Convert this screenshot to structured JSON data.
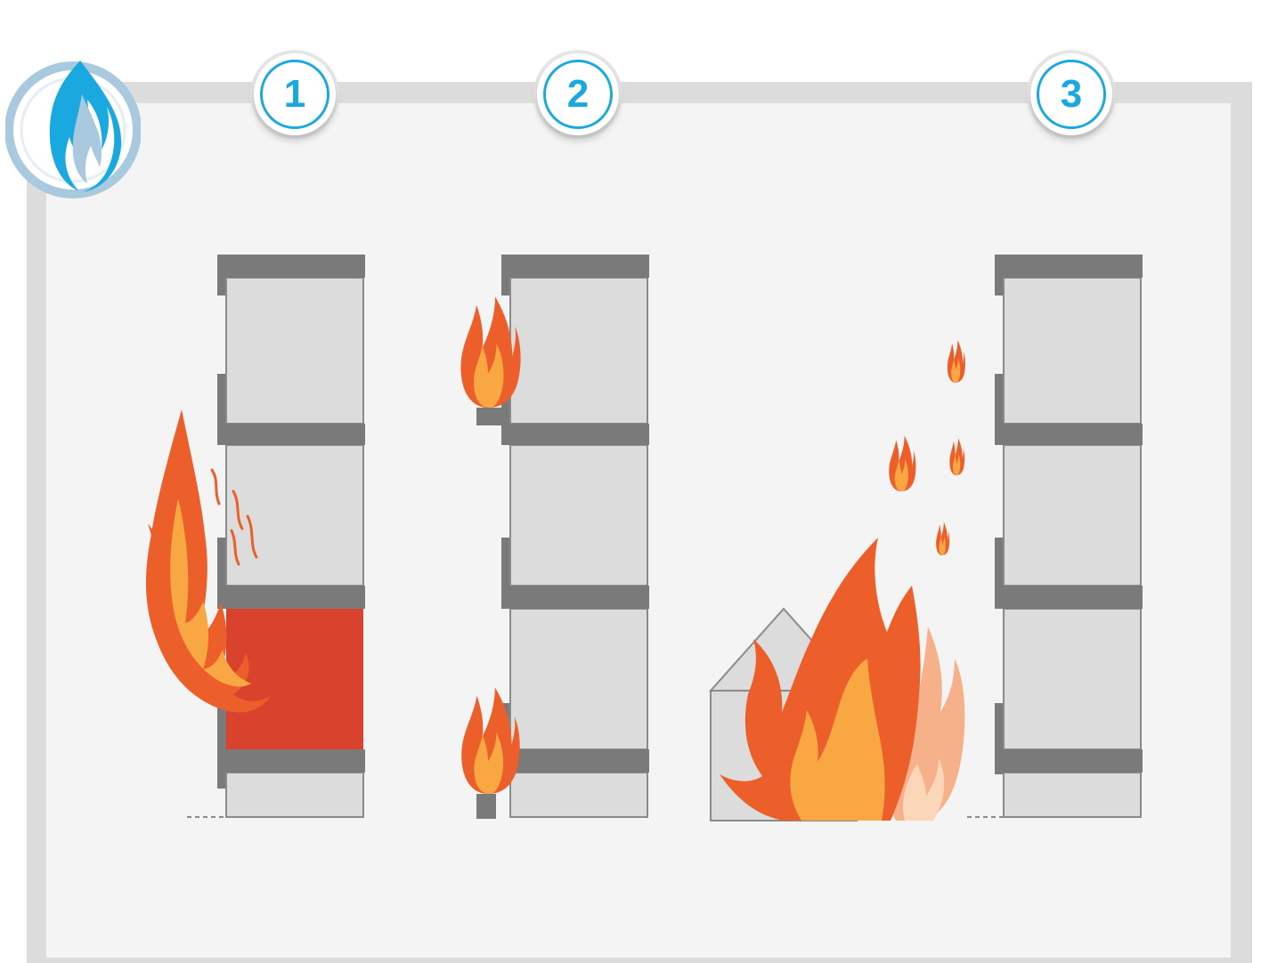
{
  "steps": [
    {
      "number": "1"
    },
    {
      "number": "2"
    },
    {
      "number": "3"
    }
  ],
  "colors": {
    "accent_blue": "#1aa8e0",
    "light_blue": "#a9c9de",
    "flame_dark": "#ec5f2a",
    "flame_light": "#f9a743",
    "fire_floor": "#d9432e",
    "building_wall": "#dcdcdc",
    "building_slab": "#7a7a7a",
    "panel_bg": "#f4f4f4",
    "frame": "#dcdcdc"
  },
  "icons": {
    "logo": "blue-flame-icon",
    "fire": "flame-icon"
  }
}
